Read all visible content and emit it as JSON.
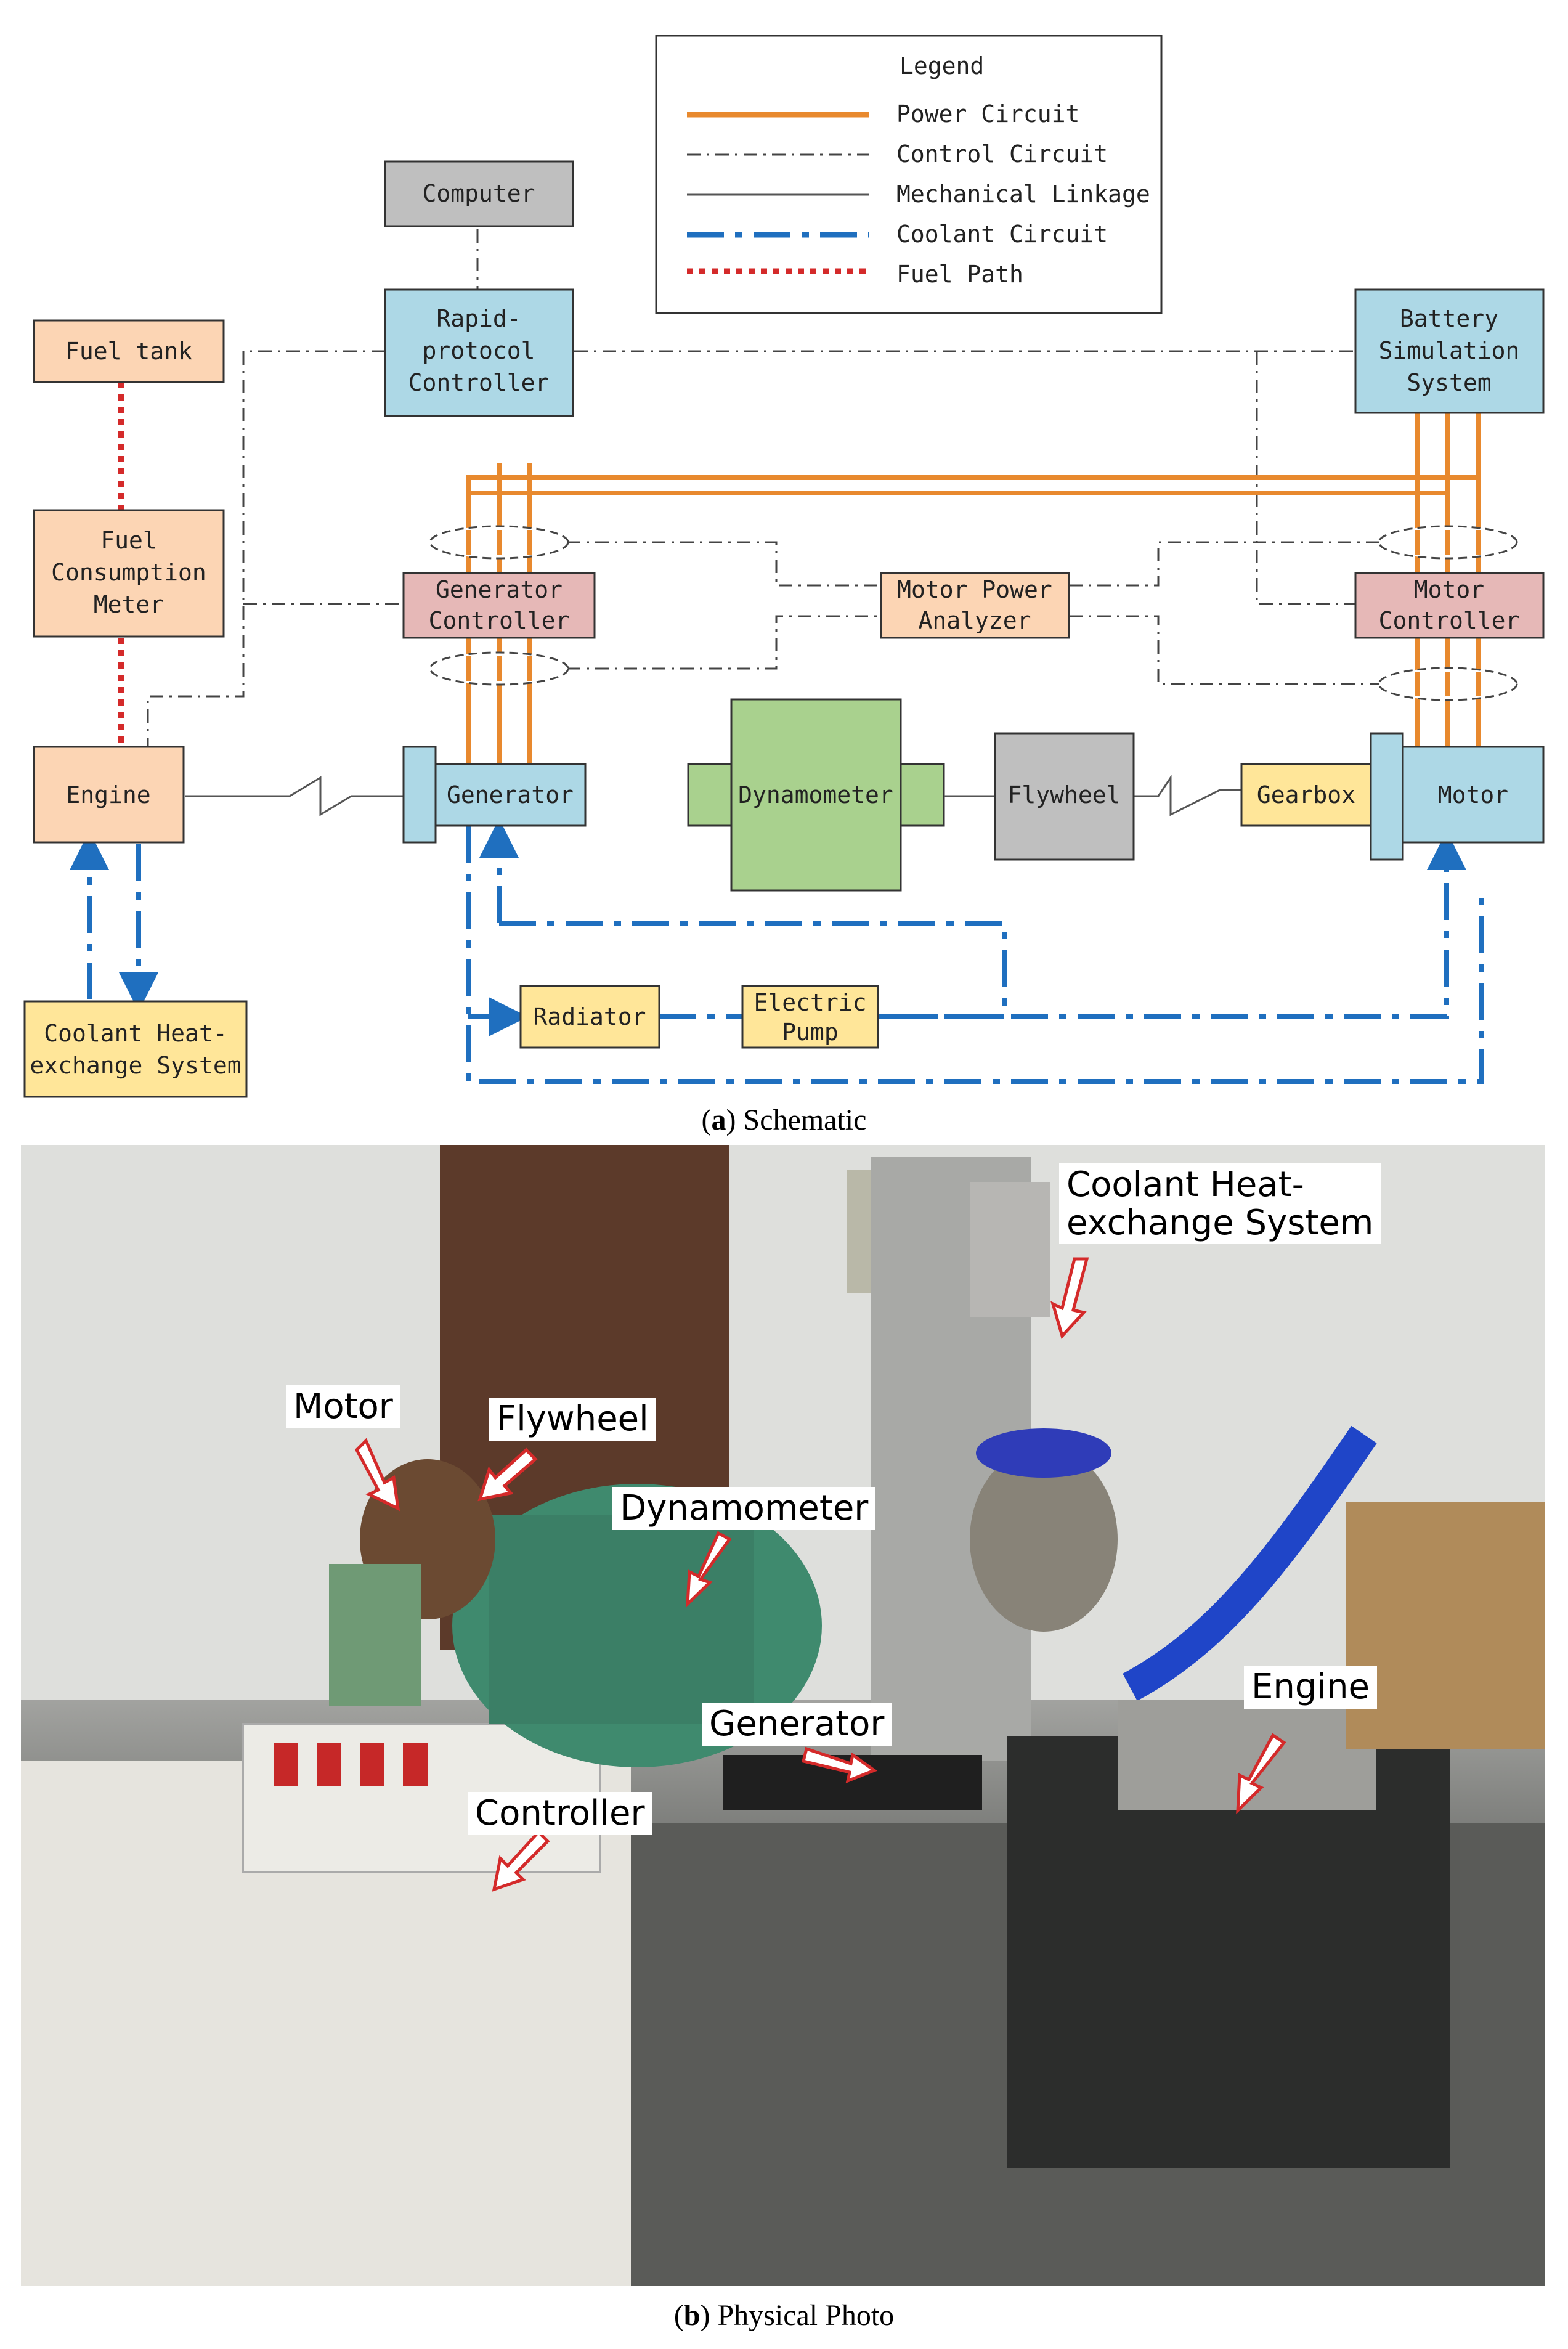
{
  "legend": {
    "title": "Legend",
    "items": [
      {
        "label": "Power Circuit",
        "color": "#e8892e",
        "style": "solid"
      },
      {
        "label": "Control Circuit",
        "color": "#444444",
        "style": "dash-dot"
      },
      {
        "label": "Mechanical Linkage",
        "color": "#555555",
        "style": "thin"
      },
      {
        "label": "Coolant Circuit",
        "color": "#1f6fbf",
        "style": "dash-dot-thick"
      },
      {
        "label": "Fuel Path",
        "color": "#d42a2a",
        "style": "dotted"
      }
    ]
  },
  "blocks": {
    "computer": "Computer",
    "rapid_controller": [
      "Rapid-",
      "protocol",
      "Controller"
    ],
    "battery": [
      "Battery",
      "Simulation",
      "System"
    ],
    "fuel_tank": "Fuel tank",
    "fuel_meter": [
      "Fuel",
      "Consumption",
      "Meter"
    ],
    "gen_controller": [
      "Generator",
      "Controller"
    ],
    "power_analyzer": [
      "Motor Power",
      "Analyzer"
    ],
    "motor_controller": [
      "Motor",
      "Controller"
    ],
    "engine": "Engine",
    "generator": "Generator",
    "dynamometer": "Dynamometer",
    "flywheel": "Flywheel",
    "gearbox": "Gearbox",
    "motor": "Motor",
    "radiator": "Radiator",
    "pump": [
      "Electric",
      "Pump"
    ],
    "coolant_system": [
      "Coolant Heat-",
      "exchange System"
    ]
  },
  "colors": {
    "computer": "#bfbfbf",
    "blue_box": "#add8e6",
    "orange_box": "#fcd5b4",
    "pink_box": "#e6b8b7",
    "green_box": "#a9d18e",
    "gray_box": "#bfbfbf",
    "yellow_box": "#ffe699"
  },
  "captions": {
    "a_letter": "a",
    "a_text": "Schematic",
    "b_letter": "b",
    "b_text": "Physical Photo"
  },
  "photo_labels": {
    "coolant": "Coolant Heat-\nexchange System",
    "motor": "Motor",
    "flywheel": "Flywheel",
    "dynamometer": "Dynamometer",
    "generator": "Generator",
    "engine": "Engine",
    "controller": "Controller"
  }
}
